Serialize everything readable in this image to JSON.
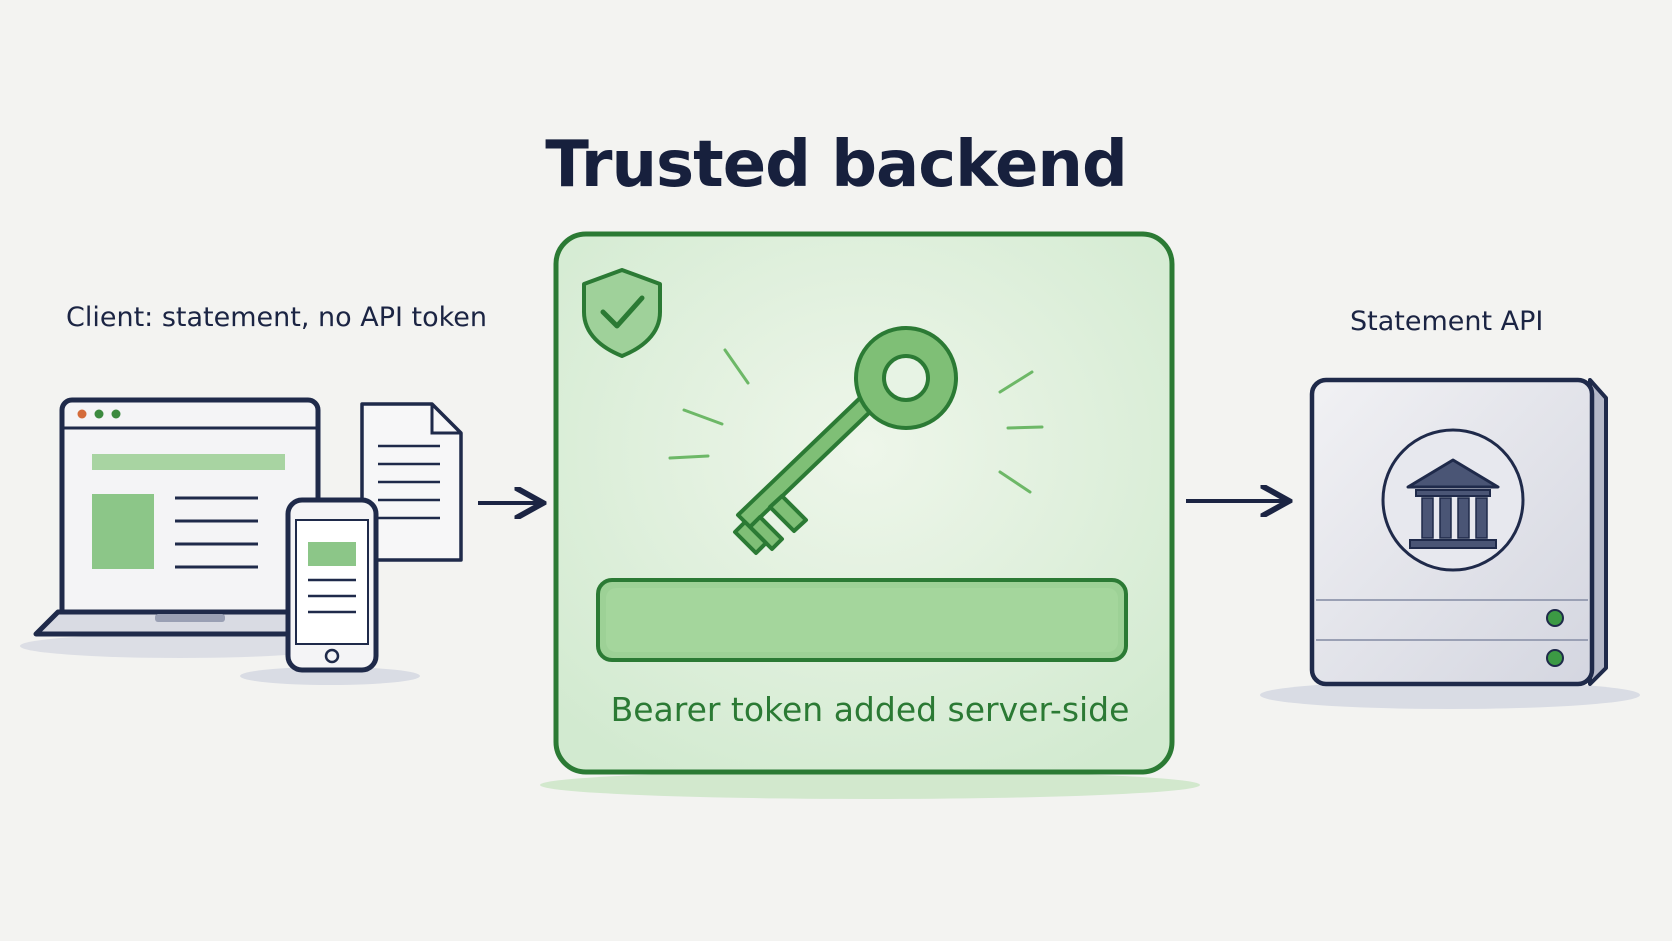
{
  "title": "Trusted backend",
  "client": {
    "label": "Client: statement, no API token"
  },
  "backend": {
    "caption": "Bearer token added server-side"
  },
  "api": {
    "label": "Statement API"
  },
  "colors": {
    "ink": "#1b2443",
    "green": "#2b7a34",
    "light_green": "#bfe0b8",
    "grey_panel": "#e3e4ea"
  },
  "icons": [
    "laptop-icon",
    "document-icon",
    "phone-icon",
    "shield-check-icon",
    "key-icon",
    "bank-icon",
    "arrow-icon"
  ]
}
